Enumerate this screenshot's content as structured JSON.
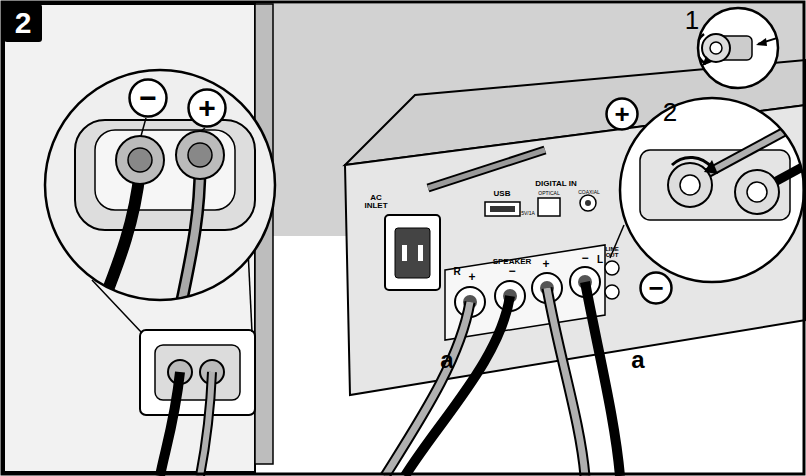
{
  "diagram": {
    "nodes": [
      {
        "text": [
          "2"
        ]
      },
      {
        "text": [
          "−"
        ]
      },
      {
        "text": [
          "+"
        ]
      },
      {
        "text": [
          "+"
        ]
      },
      {
        "text": [
          "−"
        ]
      }
    ],
    "labels": [
      "1",
      "2",
      "AC INLET",
      "USB",
      "5V/1A",
      "DIGITAL IN",
      "OPTICAL",
      "COAXIAL",
      "SPEAKER",
      "R",
      "+",
      "−",
      "+",
      "−",
      "L",
      "LINE OUT",
      "a",
      "a"
    ]
  }
}
